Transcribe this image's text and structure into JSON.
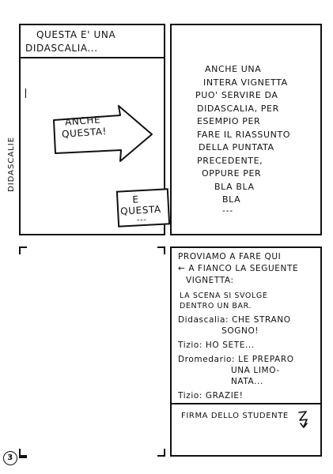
{
  "side_label": "DIDASCALIE",
  "panel1": {
    "caption": [
      "QUESTA E' UNA",
      "DIDASCALIA..."
    ],
    "arrow_text": [
      "ANCHE",
      "QUESTA!"
    ],
    "box_text": [
      "E",
      "QUESTA"
    ],
    "box_mark": "---"
  },
  "panel2": {
    "lines": [
      "ANCHE UNA",
      "INTERA VIGNETTA",
      "PUO' SERVIRE DA",
      "DIDASCALIA, PER",
      "ESEMPIO PER",
      "FARE IL RIASSUNTO",
      "DELLA PUNTATA",
      "PRECEDENTE,",
      "OPPURE PER",
      "BLA BLA",
      "BLA",
      "---"
    ]
  },
  "panel4": {
    "intro": [
      "PROVIAMO A FARE QUI",
      "← A FIANCO LA SEGUENTE",
      "VIGNETTA:"
    ],
    "scene": [
      "LA SCENA SI SVOLGE",
      "DENTRO UN BAR."
    ],
    "script": [
      [
        "Didascalia: CHE STRANO",
        "              SOGNO!"
      ],
      [
        "Tizio: HO SETE..."
      ],
      [
        "Dromedario: LE PREPARO",
        "                 UNA LIMO-",
        "                 NATA..."
      ],
      [
        "Tizio: GRAZIE!"
      ]
    ],
    "signature": "FIRMA DELLO STUDENTE"
  },
  "page_number": "3"
}
